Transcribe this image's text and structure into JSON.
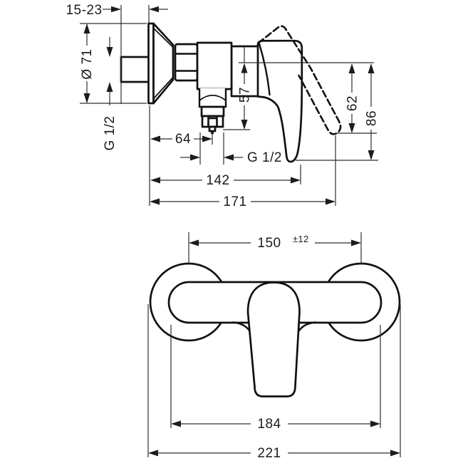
{
  "colors": {
    "line": "#111111",
    "dimension": "#2e2e2e",
    "background": "#ffffff"
  },
  "side_view": {
    "label_wall_distance": "15-23",
    "label_escutcheon_diameter": "Ø 71",
    "label_inlet_thread": "G 1/2",
    "label_wall_to_outlet": "64",
    "label_outlet_thread": "G 1/2",
    "label_center_to_aerator": "57",
    "label_open_handle_drop": "62",
    "label_closed_handle_drop": "86",
    "label_projection": "142",
    "label_max_projection": "171"
  },
  "front_view": {
    "label_connection_spacing": "150",
    "label_connection_tolerance": "±12",
    "label_body_width": "184",
    "label_overall_width": "221"
  }
}
